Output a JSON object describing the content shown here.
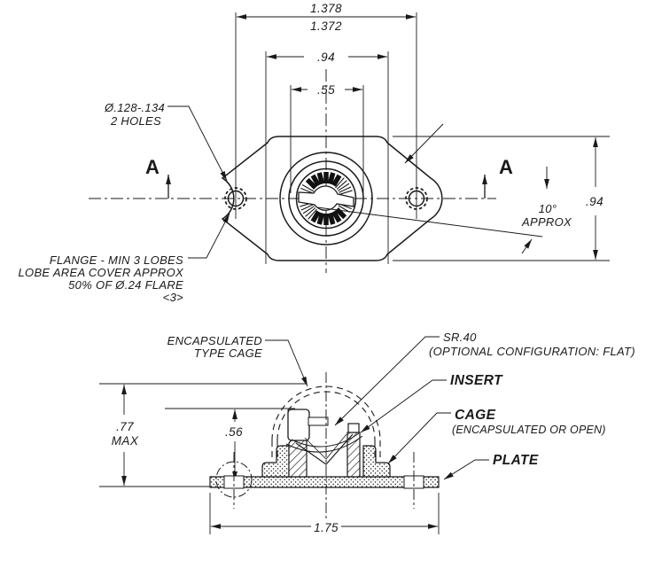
{
  "drawing": {
    "colors": {
      "line": "#1a1a1a",
      "background": "#ffffff"
    },
    "top_view": {
      "spacing_upper": "1.378",
      "spacing_lower": "1.372",
      "width_dim": ".94",
      "insert_dim": ".55",
      "height_dim": ".94",
      "holes_note": [
        "Ø.128-.134",
        "2 HOLES"
      ],
      "flange_note": [
        "FLANGE - MIN 3 LOBES",
        "LOBE AREA COVER APPROX",
        "50% OF Ø.24 FLARE",
        "<3>"
      ],
      "section_letter_left": "A",
      "section_letter_right": "A",
      "angle_note": [
        "10°",
        "APPROX"
      ]
    },
    "section_view": {
      "encapsulated_note": [
        "ENCAPSULATED",
        "TYPE CAGE"
      ],
      "sr_note": [
        "SR.40",
        "(OPTIONAL CONFIGURATION: FLAT)"
      ],
      "insert_label": "INSERT",
      "cage_label": "CAGE",
      "cage_note": "(ENCAPSULATED OR OPEN)",
      "plate_label": "PLATE",
      "max_height": [
        ".77",
        "MAX"
      ],
      "insert_height": ".56",
      "plate_width": "1.75"
    }
  }
}
